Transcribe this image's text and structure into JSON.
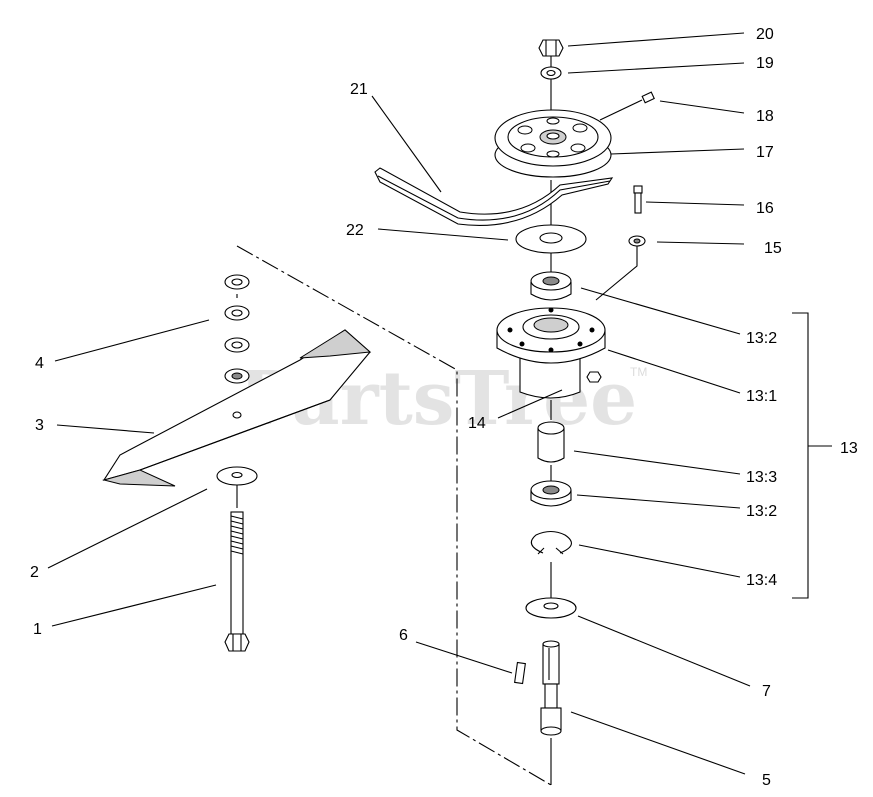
{
  "watermark": {
    "text": "PartsTree",
    "trademark": "TM"
  },
  "callouts": [
    {
      "id": "c20",
      "label": "20"
    },
    {
      "id": "c19",
      "label": "19"
    },
    {
      "id": "c18",
      "label": "18"
    },
    {
      "id": "c17",
      "label": "17"
    },
    {
      "id": "c21",
      "label": "21"
    },
    {
      "id": "c16",
      "label": "16"
    },
    {
      "id": "c22",
      "label": "22"
    },
    {
      "id": "c15",
      "label": "15"
    },
    {
      "id": "c13_2a",
      "label": "13:2"
    },
    {
      "id": "c13_1",
      "label": "13:1"
    },
    {
      "id": "c4",
      "label": "4"
    },
    {
      "id": "c14",
      "label": "14"
    },
    {
      "id": "c3",
      "label": "3"
    },
    {
      "id": "c13",
      "label": "13"
    },
    {
      "id": "c13_3",
      "label": "13:3"
    },
    {
      "id": "c13_2b",
      "label": "13:2"
    },
    {
      "id": "c2",
      "label": "2"
    },
    {
      "id": "c13_4",
      "label": "13:4"
    },
    {
      "id": "c1",
      "label": "1"
    },
    {
      "id": "c6",
      "label": "6"
    },
    {
      "id": "c7",
      "label": "7"
    },
    {
      "id": "c5",
      "label": "5"
    }
  ]
}
